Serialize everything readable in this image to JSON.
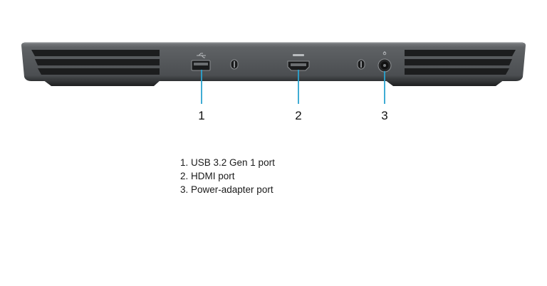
{
  "callouts": [
    {
      "number": "1",
      "description": "USB 3.2 Gen 1 port",
      "icon": "usb-port"
    },
    {
      "number": "2",
      "description": "HDMI port",
      "icon": "hdmi-port"
    },
    {
      "number": "3",
      "description": "Power-adapter port",
      "icon": "power-adapter-port"
    }
  ],
  "legend": [
    "1. USB 3.2 Gen 1 port",
    "2. HDMI port",
    "3. Power-adapter port"
  ],
  "colors": {
    "chassis": "#5f6265",
    "chassis_dark": "#3a3c3e",
    "vent_slot": "#1c1d1e",
    "callout_line": "#2aa3cf"
  }
}
